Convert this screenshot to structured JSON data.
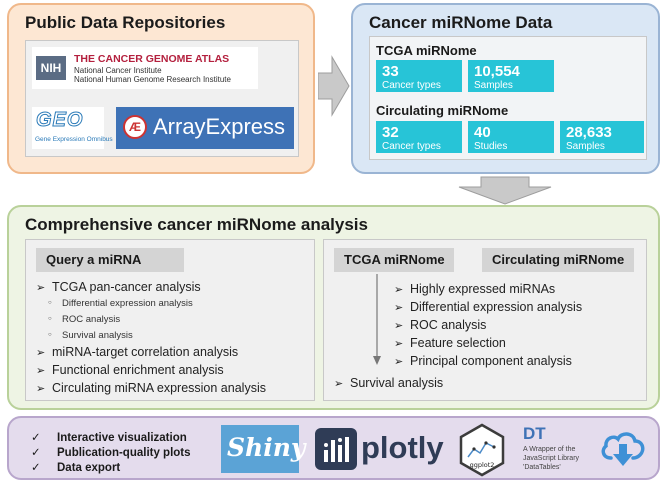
{
  "public_repos": {
    "title": "Public Data Repositories",
    "tcga_logo": {
      "nih": "NIH",
      "name": "THE CANCER GENOME ATLAS",
      "line1": "National Cancer Institute",
      "line2": "National Human Genome Research Institute"
    },
    "geo_logo": {
      "mark": "GEO",
      "sub": "Gene Expression Omnibus"
    },
    "arrayexpress_logo": {
      "text": "ArrayExpress"
    }
  },
  "cancer_mirnome": {
    "title": "Cancer miRNome Data",
    "tcga": {
      "heading": "TCGA miRNome",
      "tiles": [
        {
          "num": "33",
          "label": "Cancer types"
        },
        {
          "num": "10,554",
          "label": "Samples"
        }
      ]
    },
    "circulating": {
      "heading": "Circulating miRNome",
      "tiles": [
        {
          "num": "32",
          "label": "Cancer types"
        },
        {
          "num": "40",
          "label": "Studies"
        },
        {
          "num": "28,633",
          "label": "Samples"
        }
      ]
    }
  },
  "analysis": {
    "title": "Comprehensive cancer miRNome analysis",
    "query": {
      "header": "Query a miRNA",
      "items": [
        "TCGA pan-cancer analysis",
        "Differential expression analysis",
        "ROC analysis",
        "Survival analysis",
        "miRNA-target correlation analysis",
        "Functional enrichment analysis",
        "Circulating miRNA expression analysis"
      ]
    },
    "mirnome": {
      "header_tcga": "TCGA miRNome",
      "header_circ": "Circulating miRNome",
      "items": [
        "Highly expressed miRNAs",
        "Differential expression analysis",
        "ROC analysis",
        "Feature selection",
        "Principal component analysis"
      ],
      "survival": "Survival analysis"
    }
  },
  "features": {
    "items": [
      "Interactive visualization",
      "Publication-quality plots",
      "Data export"
    ],
    "logos": {
      "shiny": "Shiny",
      "plotly": "plotly",
      "ggplot2": "ggplot2",
      "dt": "DT",
      "dt_line1": "A Wrapper of the",
      "dt_line2": "JavaScript Library",
      "dt_line3": "'DataTables'"
    }
  },
  "colors": {
    "repo_bg": "#fde7d3",
    "repo_border": "#f0b88a",
    "mirnome_bg": "#dae7f5",
    "mirnome_border": "#9ab4d4",
    "analysis_bg": "#eef4e4",
    "analysis_border": "#b9d19a",
    "features_bg": "#e4dced",
    "features_border": "#b8a6cc",
    "tile": "#27c4d7"
  }
}
